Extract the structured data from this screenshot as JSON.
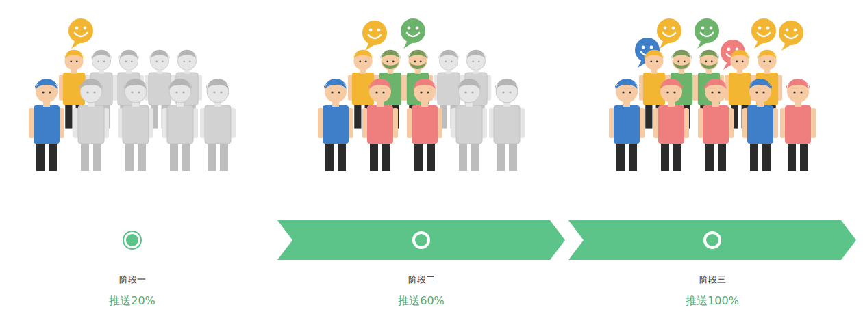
{
  "diagram": {
    "nodes": [
      {
        "text": [
          "阶段一",
          "推送20%"
        ]
      },
      {
        "text": [
          "阶段二",
          "推送60%"
        ]
      },
      {
        "text": [
          "阶段三",
          "推送100%"
        ]
      }
    ]
  }
}
